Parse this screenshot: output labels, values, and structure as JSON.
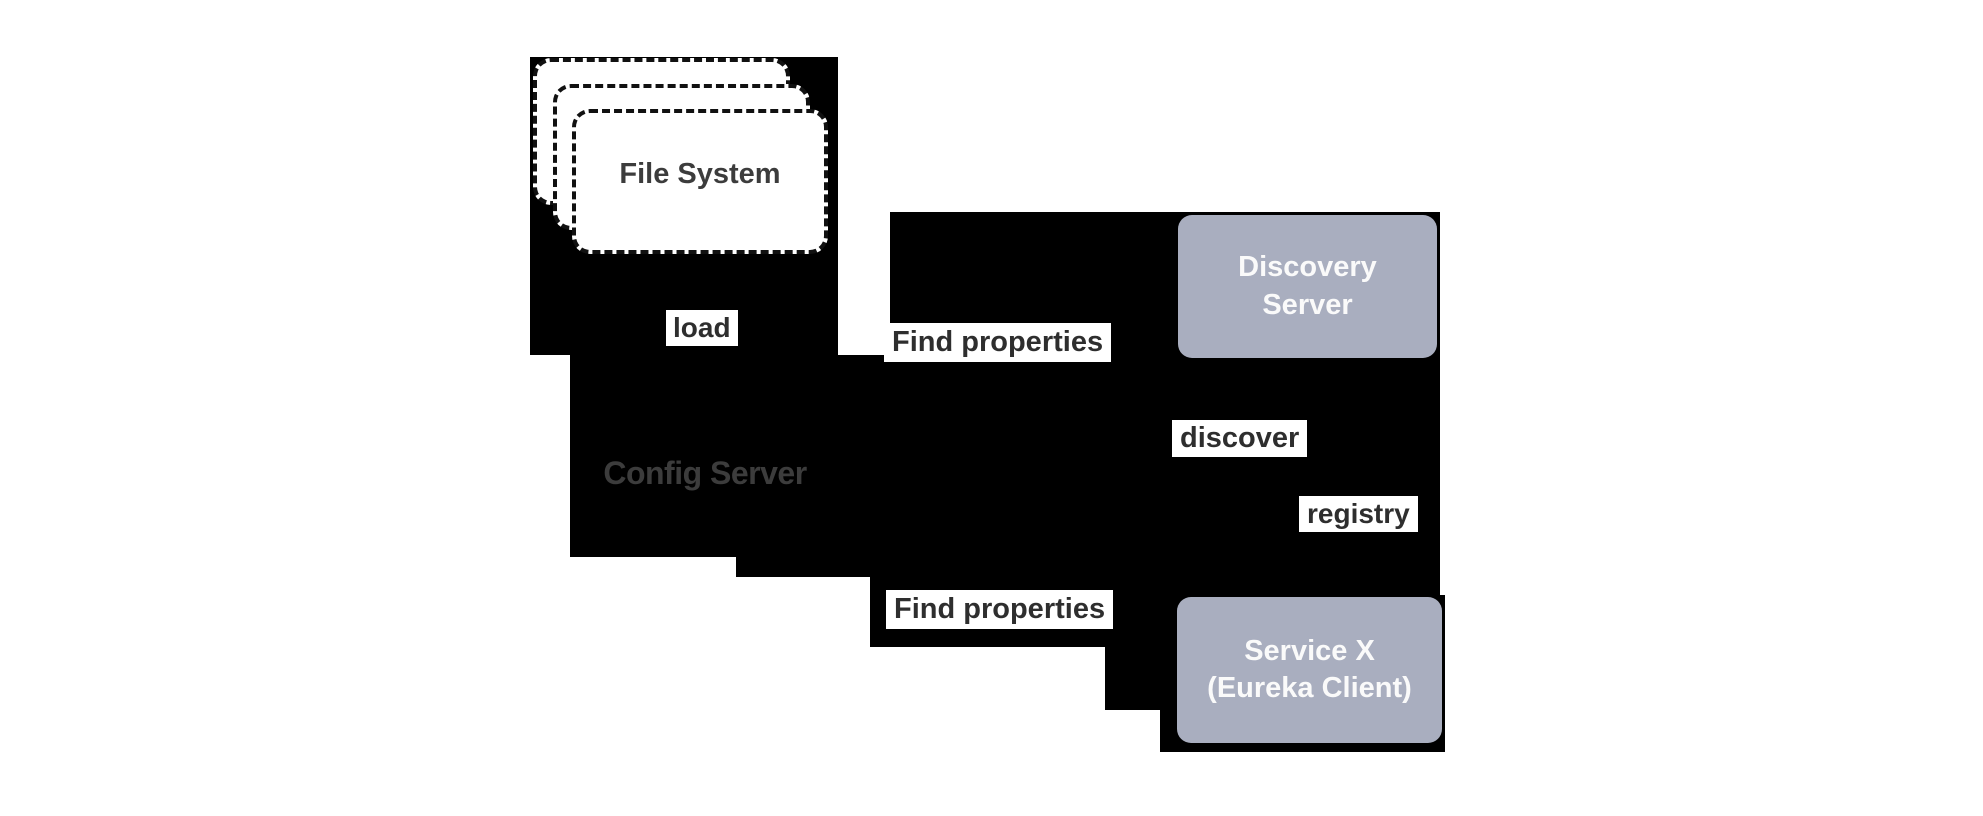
{
  "colors": {
    "background": "#ffffff",
    "silhouette": "#000000",
    "node_fill": "#a9aebf",
    "node_text": "#fafafa",
    "label_bg": "#ffffff",
    "label_text": "#2e2e2e",
    "muted_text": "#3c3c3c",
    "card_fill": "#ffffff",
    "card_border": "#111111"
  },
  "nodes": {
    "file_system": {
      "label": "File System"
    },
    "config_server": {
      "label": "Config Server"
    },
    "discovery_server": {
      "label": "Discovery Server"
    },
    "service_x": {
      "title": "Service X",
      "subtitle": "(Eureka Client)"
    }
  },
  "edges": {
    "load": "load",
    "find_properties_top": "Find properties",
    "find_properties_bottom": "Find properties",
    "discover": "discover",
    "registry": "registry"
  }
}
